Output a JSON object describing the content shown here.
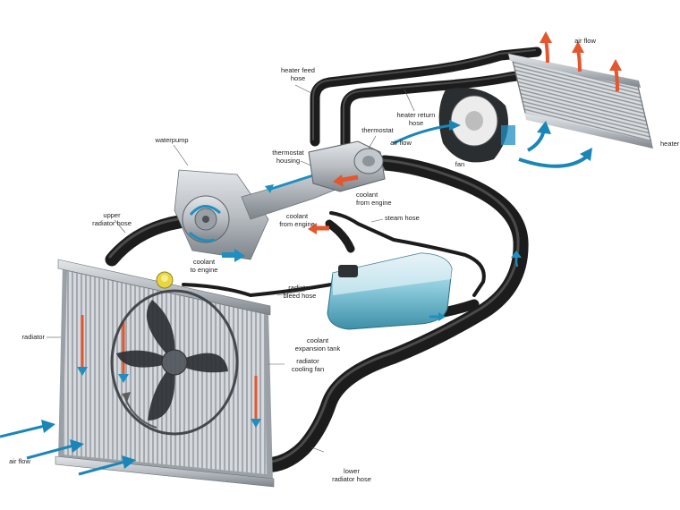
{
  "colors": {
    "hose": "#1c1c1c",
    "hose_highlight": "#4a4a4a",
    "metal": "#b9bec3",
    "metal_dark": "#7d848a",
    "coolant_tank": "#4fa6c0",
    "hot_arrow": "#e4572e",
    "cool_arrow": "#1f8fc2",
    "air_arrow": "#1a86b8",
    "radiator_fin": "#c9ccd0",
    "label_text": "#222222"
  },
  "labels": {
    "air_flow_top": "air flow",
    "heater_feed_hose": "heater feed\nhose",
    "heater_return_hose": "heater return\nhose",
    "thermostat": "thermostat",
    "air_flow_mid": "air flow",
    "heater": "heater",
    "fan": "fan",
    "waterpump": "waterpump",
    "thermostat_housing": "thermostat\nhousing",
    "coolant_from_engine_1": "coolant\nfrom engine",
    "coolant_from_engine_2": "coolant\nfrom engine",
    "steam_hose": "steam hose",
    "upper_radiator_hose": "upper\nradiator hose",
    "coolant_to_engine": "coolant\nto engine",
    "radiator_bleed_hose": "radiator\nbleed hose",
    "radiator": "radiator",
    "coolant_expansion_tank": "coolant\nexpansion tank",
    "radiator_cooling_fan": "radiator\ncooling fan",
    "air_flow_bottom": "air flow",
    "lower_radiator_hose": "lower\nradiator hose"
  }
}
